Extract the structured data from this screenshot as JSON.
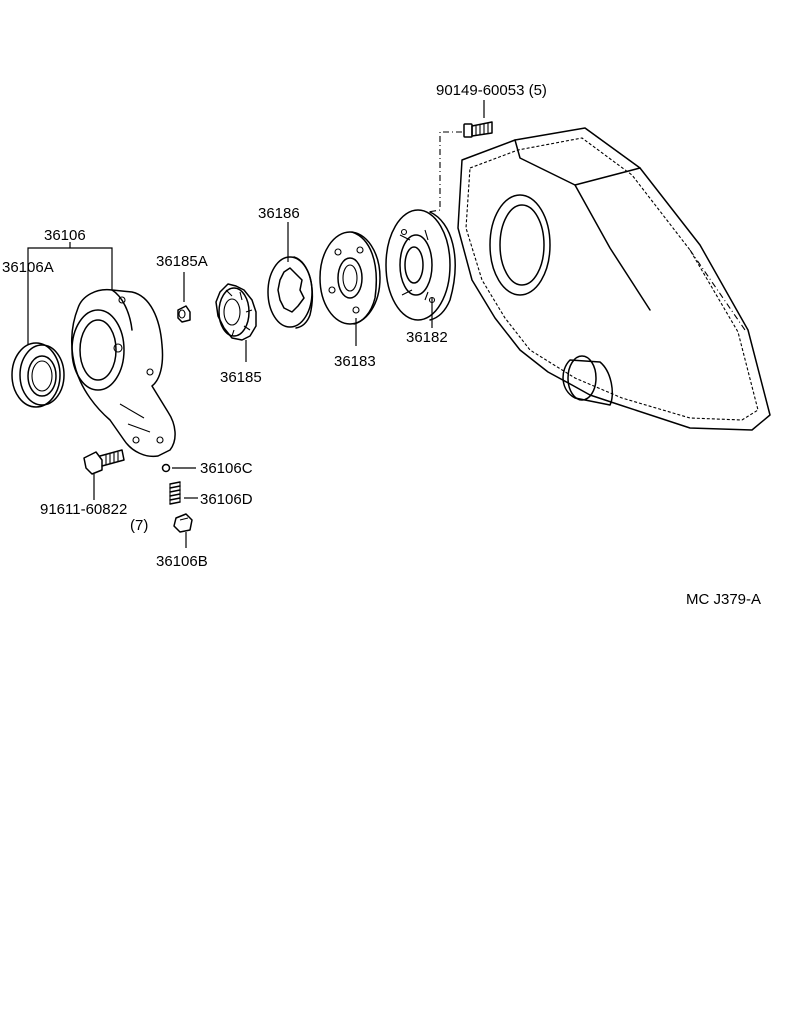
{
  "labels": {
    "bolt_top": "90149-60053 (5)",
    "oil_seal_housing": "36106",
    "oil_seal": "36106A",
    "plug": "36185A",
    "gear_outer": "36186",
    "gear_drive": "36185",
    "pump_plate": "36183",
    "pump_body": "36182",
    "ball": "36106C",
    "spring": "36106D",
    "relief_plug": "36106B",
    "bolt_bottom": "91611-60822",
    "bolt_bottom_qty": "(7)",
    "drawing_code": "MC J379-A"
  }
}
